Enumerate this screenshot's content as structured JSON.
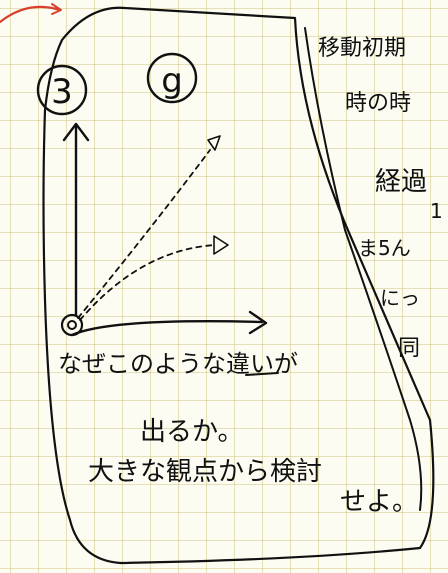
{
  "labels": {
    "left_circle": "3",
    "right_circle": "g"
  },
  "annotation": {
    "line1": "なぜこのような違いが",
    "line2": "出るか。",
    "line3": "大きな観点から検討",
    "line4": "せよ。"
  },
  "right_notes": {
    "line1": "移動初期",
    "line2": "時の時",
    "line3": "経過",
    "line4": "1",
    "line5": "ま5ん",
    "line6": "にっ",
    "line7": "同"
  },
  "colors": {
    "ink": "#111111",
    "red_arrow": "#d9402b",
    "grid": "#c8be6e",
    "paper": "#fdfcf3"
  },
  "icons": {
    "corner_arrow": "red-curved-arrow-icon",
    "circle_3": "circled-label",
    "circle_g": "circled-label"
  }
}
